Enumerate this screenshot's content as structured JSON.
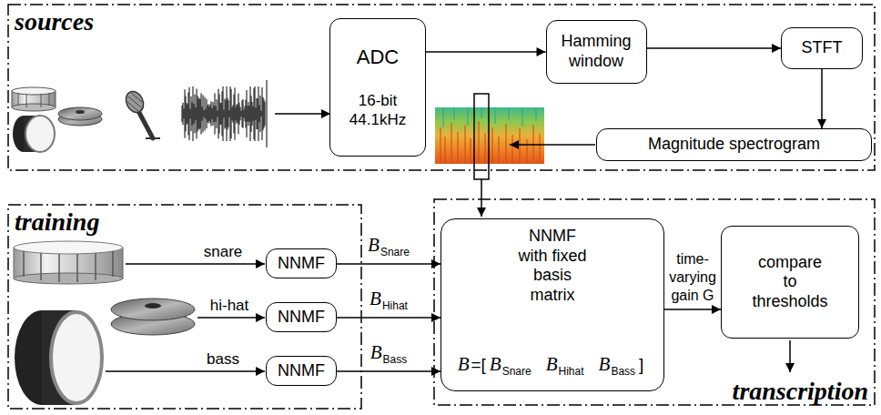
{
  "diagram": {
    "nodes": [
      {
        "text": [
          "sources"
        ]
      },
      {
        "text": [
          "ADC",
          "16-bit 44.1kHz"
        ],
        "in": 0
      },
      {
        "text": [
          "Hamming window"
        ],
        "in": 0
      },
      {
        "text": [
          "STFT"
        ],
        "in": 0
      },
      {
        "text": [
          "Magnitude spectrogram"
        ],
        "in": 0
      },
      {
        "text": [
          "training"
        ]
      },
      {
        "text": [
          "NNMF"
        ],
        "in": 5
      },
      {
        "text": [
          "NNMF"
        ],
        "in": 5
      },
      {
        "text": [
          "NNMF"
        ],
        "in": 5
      },
      {
        "text": [
          "transcription"
        ]
      },
      {
        "text": [
          "NNMF with fixed basis matrix",
          "B",
          "=[",
          "B",
          "Snare",
          "B",
          "Hihat",
          "B",
          "Bass",
          "]"
        ],
        "in": 9
      },
      {
        "text": [
          "compare to thresholds"
        ],
        "in": 9
      }
    ],
    "edges": [
      {
        "from": 1,
        "to": 2,
        "arrow": "to"
      },
      {
        "from": 2,
        "to": 3,
        "arrow": "to"
      },
      {
        "from": 3,
        "to": 4,
        "arrow": "to"
      },
      {
        "from": 6,
        "to": 10,
        "label": "B",
        "arrow": "to"
      },
      {
        "from": 7,
        "to": 10,
        "label": "B",
        "arrow": "to"
      },
      {
        "from": 8,
        "to": 10,
        "label": "B",
        "arrow": "to"
      },
      {
        "from": 10,
        "to": 11,
        "label": "time- varying gain G",
        "arrow": "to"
      }
    ],
    "labels": [
      "snare",
      "hi-hat",
      "bass",
      "Snare",
      "Hihat",
      "Bass"
    ]
  }
}
